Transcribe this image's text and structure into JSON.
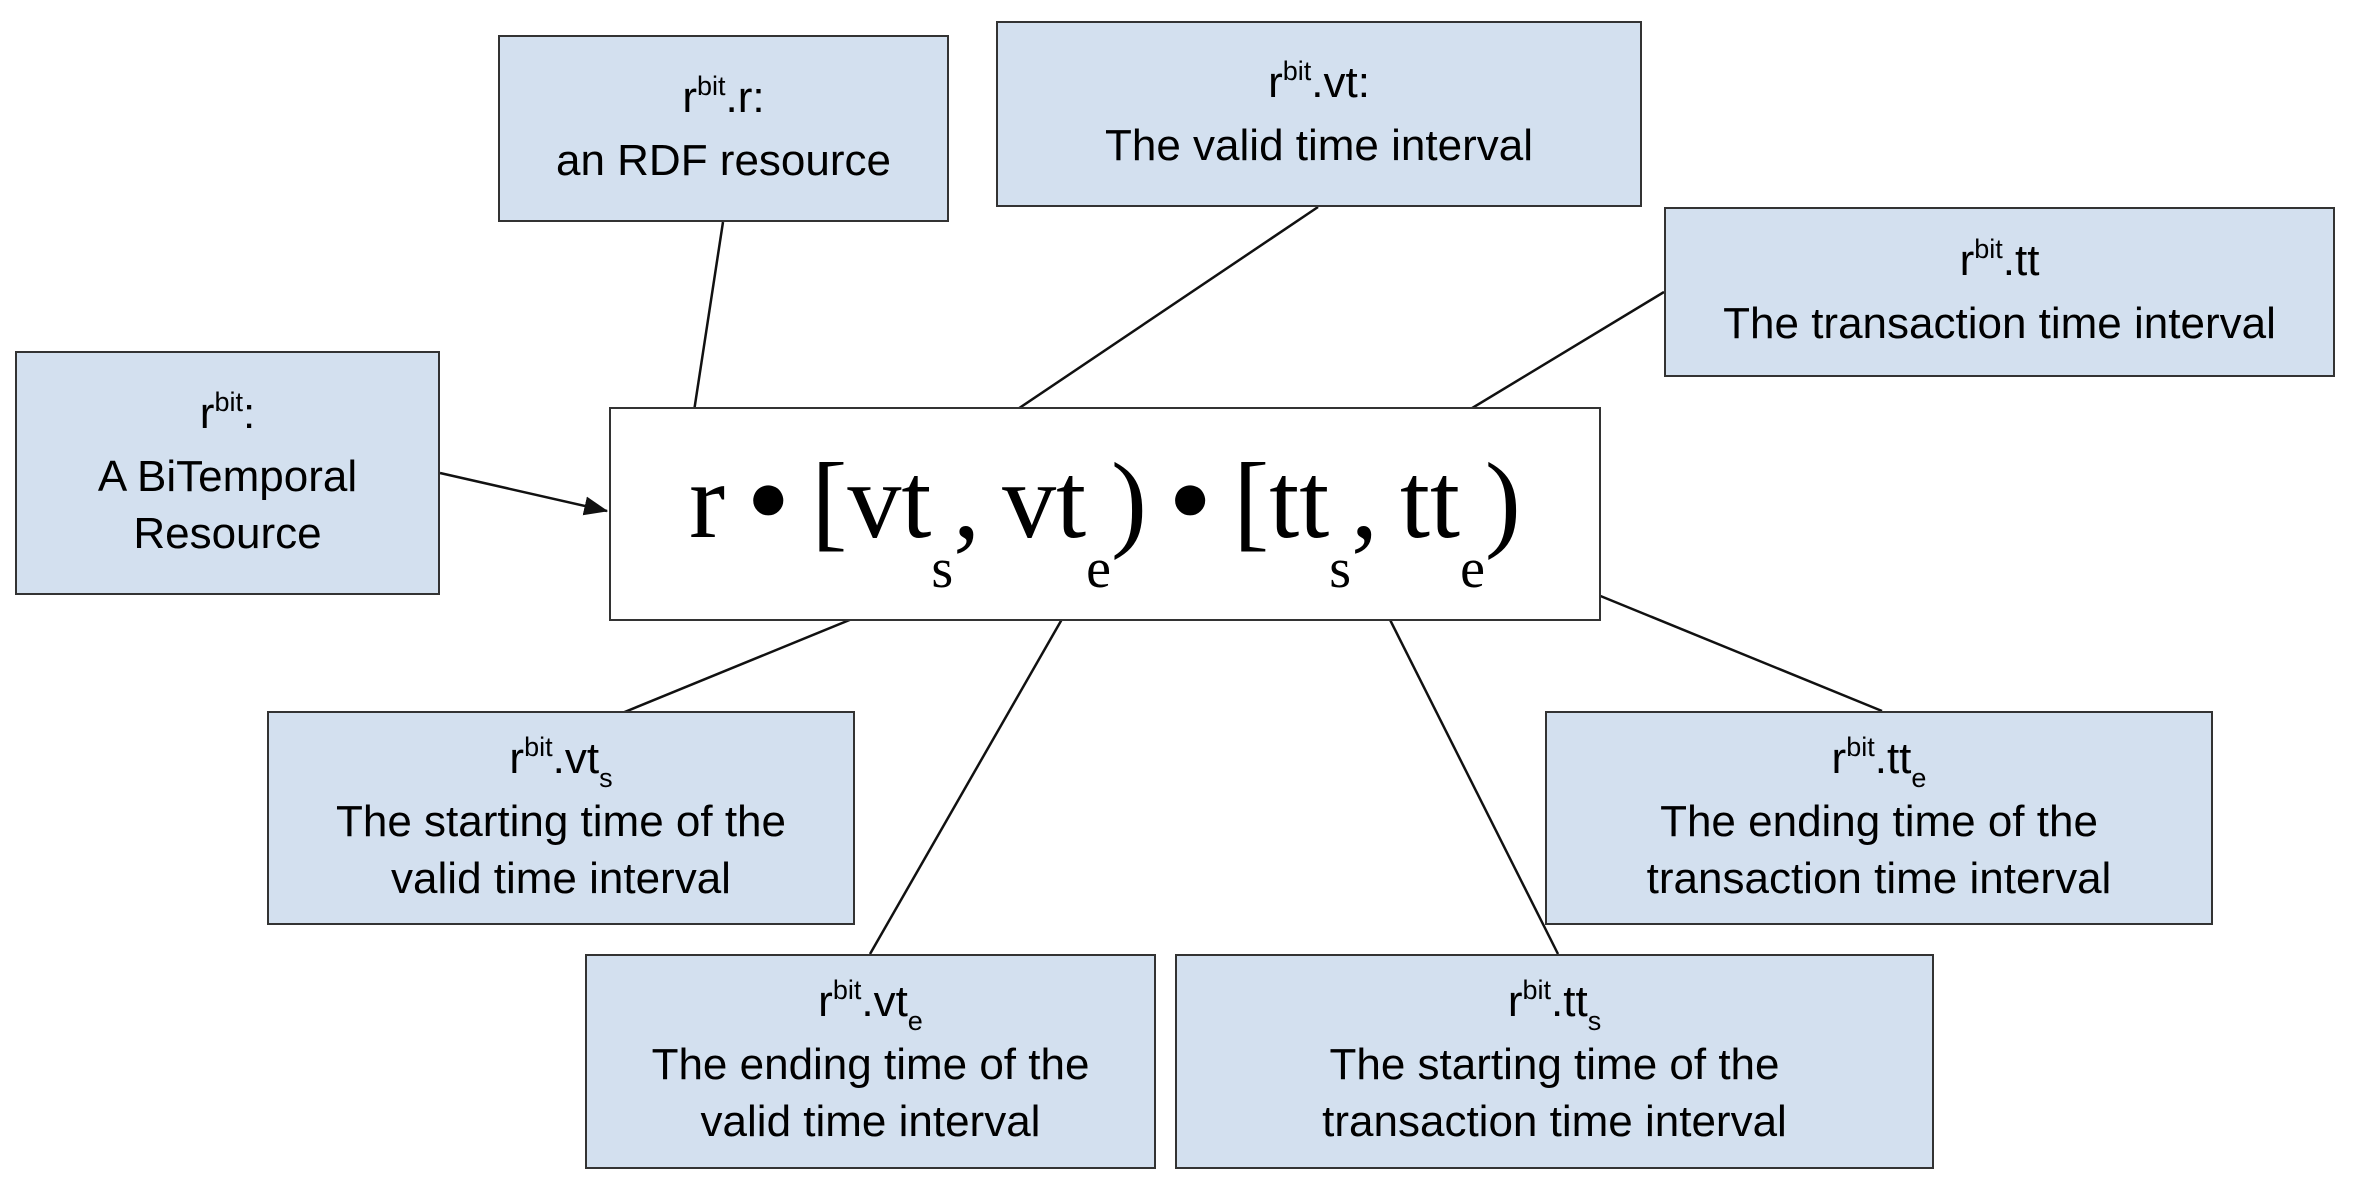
{
  "formula": {
    "r": "r",
    "op1": "●",
    "open1": "[",
    "vt_s_base": "vt",
    "vt_s_sub": "s",
    "comma1": ",",
    "vt_e_base": "vt",
    "vt_e_sub": "e",
    "close1": ")",
    "op2": "●",
    "open2": "[",
    "tt_s_base": "tt",
    "tt_s_sub": "s",
    "comma2": ",",
    "tt_e_base": "tt",
    "tt_e_sub": "e",
    "close2": ")"
  },
  "boxes": {
    "rbit": {
      "base": "r",
      "sup": "bit",
      "suffix": ":",
      "desc1": "A BiTemporal",
      "desc2": "Resource"
    },
    "r": {
      "base": "r",
      "sup": "bit",
      "suffix": ".r:",
      "desc1": "an RDF resource"
    },
    "vt": {
      "base": "r",
      "sup": "bit",
      "suffix": ".vt:",
      "desc1": "The valid time interval"
    },
    "tt": {
      "base": "r",
      "sup": "bit",
      "suffix": ".tt",
      "desc1": "The transaction time interval"
    },
    "vts": {
      "base": "r",
      "sup": "bit",
      "suffix": ".vt",
      "sub": "s",
      "desc1": "The starting time of the",
      "desc2": "valid time interval"
    },
    "vte": {
      "base": "r",
      "sup": "bit",
      "suffix": ".vt",
      "sub": "e",
      "desc1": "The ending time of the",
      "desc2": "valid time interval"
    },
    "tts": {
      "base": "r",
      "sup": "bit",
      "suffix": ".tt",
      "sub": "s",
      "desc1": "The starting time of the",
      "desc2": "transaction time interval"
    },
    "tte": {
      "base": "r",
      "sup": "bit",
      "suffix": ".tt",
      "sub": "e",
      "desc1": "The ending time of the",
      "desc2": "transaction time interval"
    }
  },
  "colors": {
    "box_fill": "#d3e0ef",
    "stroke": "#333333",
    "text": "#000000"
  }
}
